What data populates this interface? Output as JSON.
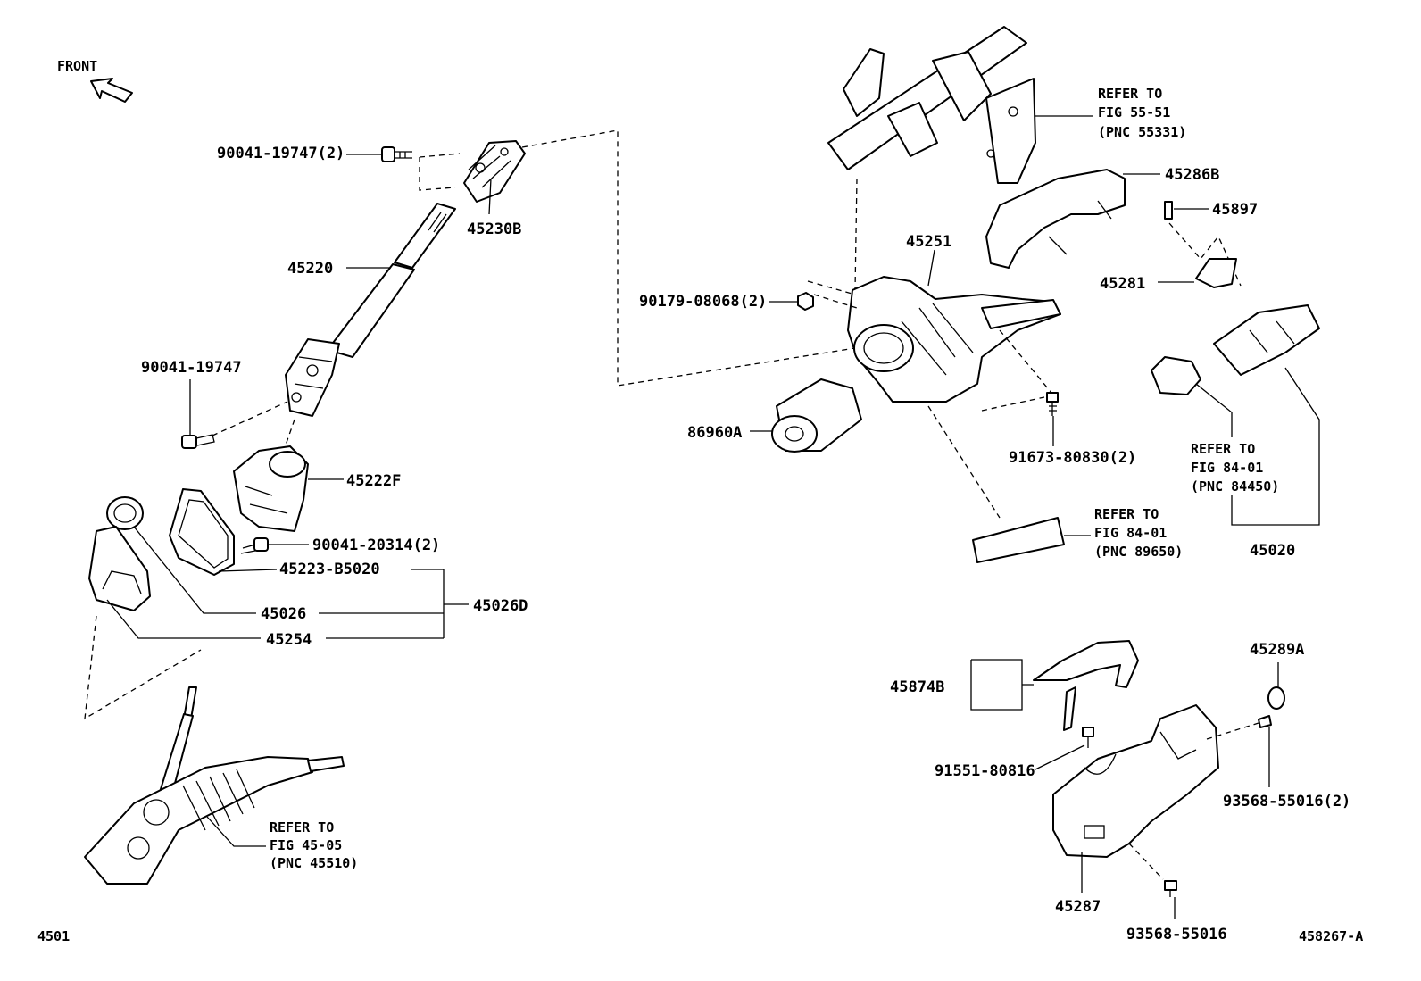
{
  "orientation_label": "FRONT",
  "footer": {
    "left_code": "4501",
    "right_code": "458267-A"
  },
  "parts": {
    "p90041_19747_2": "90041-19747(2)",
    "p45230B": "45230B",
    "p45220": "45220",
    "p90041_19747": "90041-19747",
    "p45222F": "45222F",
    "p90041_20314_2": "90041-20314(2)",
    "p45223_B5020": "45223-B5020",
    "p45026": "45026",
    "p45026D": "45026D",
    "p45254": "45254",
    "p90179_08068_2": "90179-08068(2)",
    "p45251": "45251",
    "p86960A": "86960A",
    "p91673_80830_2": "91673-80830(2)",
    "p45286B": "45286B",
    "p45897": "45897",
    "p45281": "45281",
    "p45020": "45020",
    "p45874B": "45874B",
    "p91551_80816": "91551-80816",
    "p45289A": "45289A",
    "p93568_55016_2": "93568-55016(2)",
    "p45287": "45287",
    "p93568_55016": "93568-55016"
  },
  "refs": {
    "fig55": [
      "REFER TO",
      "FIG 55-51",
      "(PNC 55331)"
    ],
    "fig84a": [
      "REFER TO",
      "FIG 84-01",
      "(PNC 84450)"
    ],
    "fig84b": [
      "REFER TO",
      "FIG 84-01",
      "(PNC 89650)"
    ],
    "fig45": [
      "REFER TO",
      "FIG 45-05",
      "(PNC 45510)"
    ]
  }
}
